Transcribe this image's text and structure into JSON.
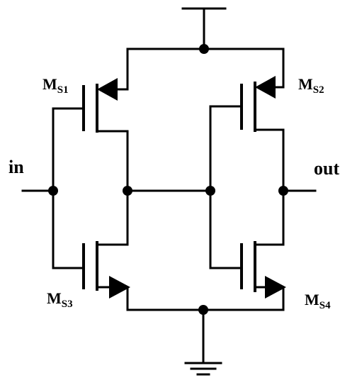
{
  "labels": {
    "ms1": {
      "main": "M",
      "sub": "S1"
    },
    "ms2": {
      "main": "M",
      "sub": "S2"
    },
    "ms3": {
      "main": "M",
      "sub": "S3"
    },
    "ms4": {
      "main": "M",
      "sub": "S4"
    },
    "input": "in",
    "output": "out"
  },
  "colors": {
    "wire": "#000000",
    "background": "#ffffff"
  }
}
